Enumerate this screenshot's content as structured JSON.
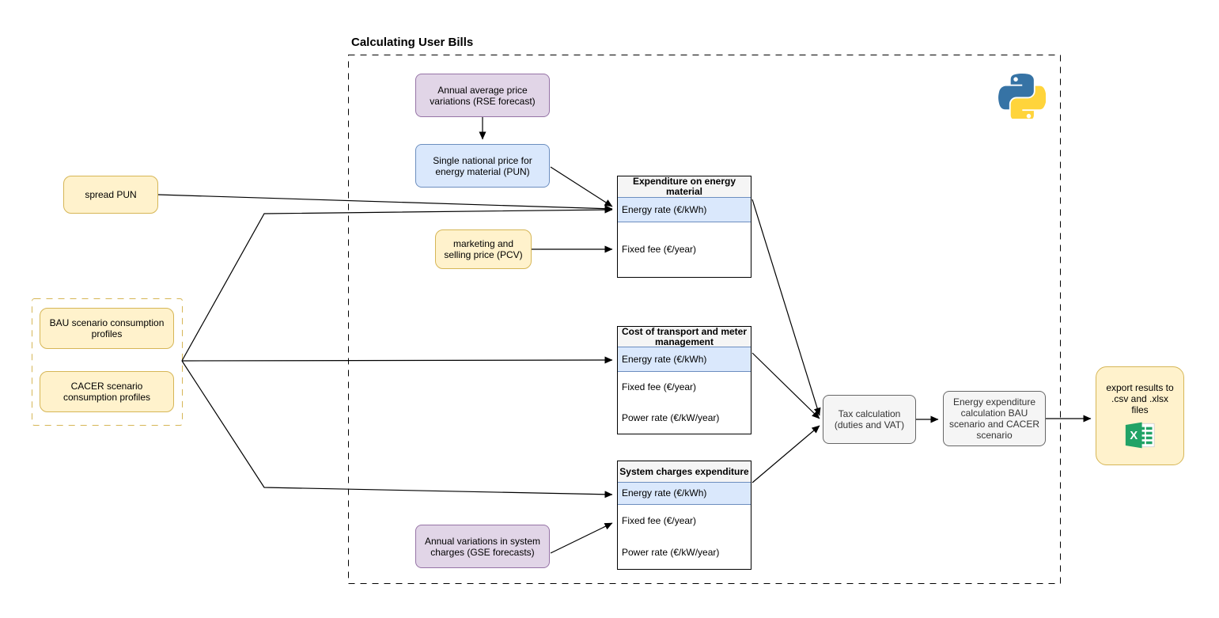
{
  "title": "Calculating User Bills",
  "nodes": {
    "rse_forecast": {
      "label": "Annual average price variations (RSE forecast)"
    },
    "pun": {
      "label": "Single national price for energy material (PUN)"
    },
    "spread_pun": {
      "label": "spread PUN"
    },
    "pcv": {
      "label": "marketing and selling price (PCV)"
    },
    "bau_profiles": {
      "label": "BAU scenario consumption profiles"
    },
    "cacer_profiles": {
      "label": "CACER scenario consumption profiles"
    },
    "gse_forecast": {
      "label": "Annual variations in system charges (GSE forecasts)"
    },
    "tax": {
      "label": "Tax calculation (duties and VAT)"
    },
    "energy_expenditure": {
      "label": "Energy expenditure calculation BAU scenario and CACER scenario"
    },
    "export": {
      "label": "export results to .csv and .xlsx files"
    }
  },
  "tables": [
    {
      "header": "Expenditure on energy material",
      "rows": [
        "Energy rate (€/kWh)",
        "Fixed fee (€/year)"
      ]
    },
    {
      "header": "Cost of transport and meter management",
      "rows": [
        "Energy rate (€/kWh)",
        "Fixed fee (€/year)",
        "Power rate (€/kW/year)"
      ]
    },
    {
      "header": "System charges expenditure",
      "rows": [
        "Energy rate (€/kWh)",
        "Fixed fee (€/year)",
        "Power rate (€/kW/year)"
      ]
    }
  ],
  "icons": {
    "python": "python-logo",
    "excel": "excel-icon"
  },
  "colors": {
    "yellow_fill": "#FFF2CC",
    "yellow_stroke": "#D6B656",
    "purple_fill": "#E1D5E7",
    "purple_stroke": "#9673A6",
    "blue_fill": "#DAE8FC",
    "blue_stroke": "#6C8EBF",
    "gray_fill": "#F5F5F5",
    "gray_stroke": "#666666",
    "python_blue": "#3673A5",
    "python_yellow": "#FFD43B",
    "excel_green": "#21A366"
  }
}
